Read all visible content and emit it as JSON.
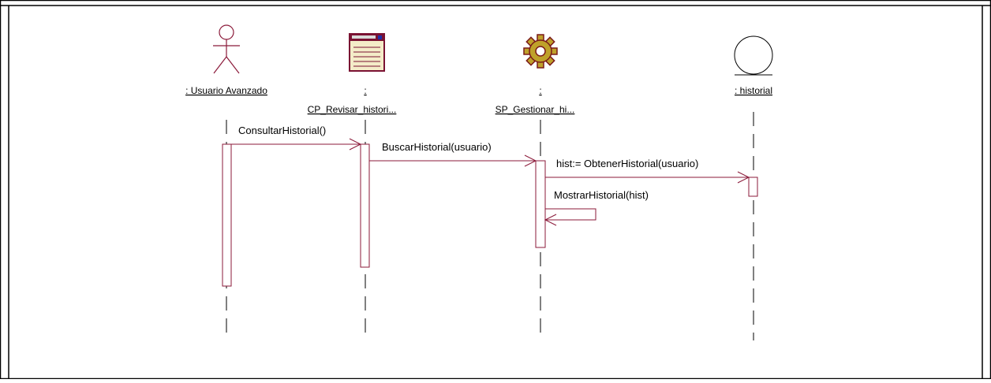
{
  "diagram": {
    "type": "uml-sequence-diagram",
    "colors": {
      "border": "#000000",
      "lifeline": "#000000",
      "message": "#8b1a3a",
      "actor": "#8b1a3a",
      "boundary": "#000000",
      "boundary_frame": "#7a1232",
      "boundary_fill": "#f4ecc8",
      "gear_fill": "#bfa12a",
      "gear_stroke": "#7a1a1a",
      "entity": "#000000",
      "text": "#000000"
    },
    "participants": [
      {
        "id": "usuario",
        "kind": "actor",
        "icon": "actor-icon",
        "name_line1": ": Usuario Avanzado",
        "name_line2": ""
      },
      {
        "id": "cp",
        "kind": "boundary",
        "icon": "boundary-form-icon",
        "name_line1": ":",
        "name_line2": "CP_Revisar_histori..."
      },
      {
        "id": "sp",
        "kind": "control",
        "icon": "gear-icon",
        "name_line1": ":",
        "name_line2": "SP_Gestionar_hi..."
      },
      {
        "id": "historial",
        "kind": "entity",
        "icon": "entity-circle-icon",
        "name_line1": ": historial",
        "name_line2": ""
      }
    ],
    "messages": [
      {
        "from": "usuario",
        "to": "cp",
        "label": "ConsultarHistorial()"
      },
      {
        "from": "cp",
        "to": "sp",
        "label": "BuscarHistorial(usuario)"
      },
      {
        "from": "sp",
        "to": "historial",
        "label": "hist:= ObtenerHistorial(usuario)"
      },
      {
        "from": "sp",
        "to": "sp",
        "label": "MostrarHistorial(hist)"
      }
    ]
  }
}
